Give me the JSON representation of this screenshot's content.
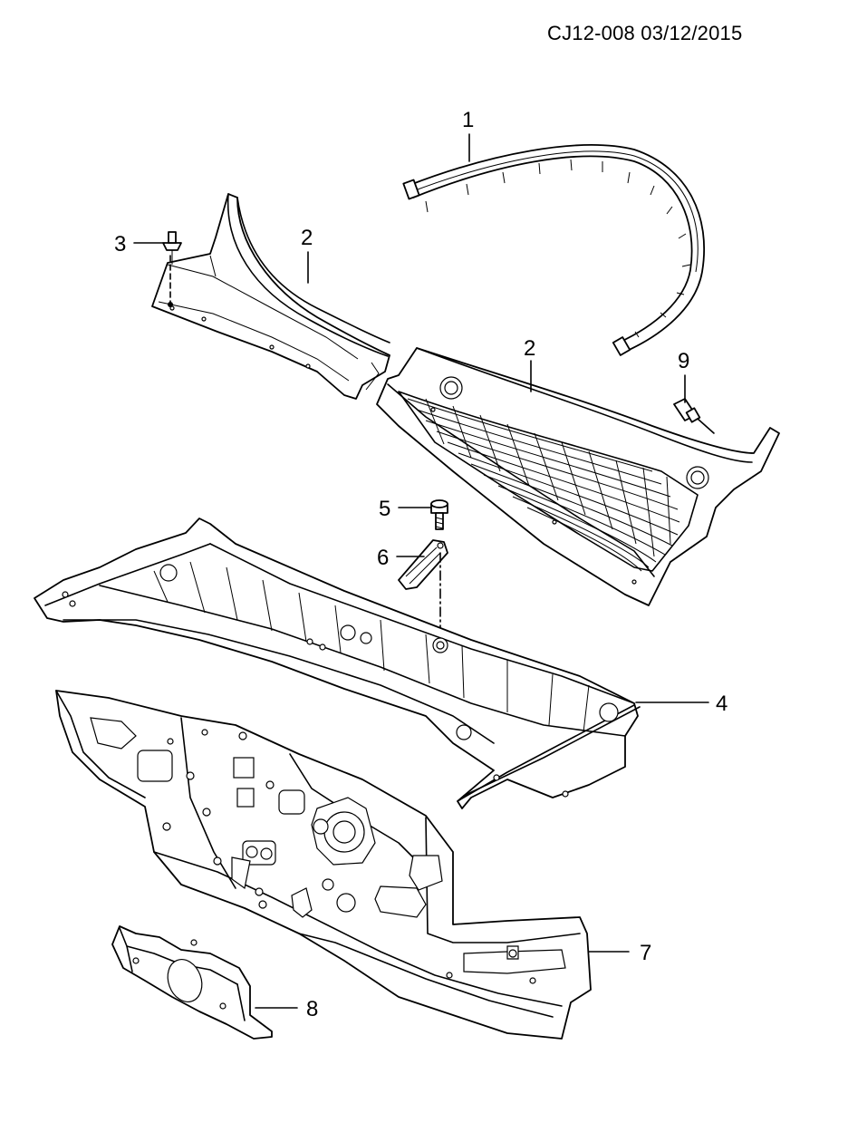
{
  "header": {
    "reference": "CJ12-008  03/12/2015"
  },
  "callouts": [
    {
      "id": "1",
      "label": "1"
    },
    {
      "id": "2a",
      "label": "2"
    },
    {
      "id": "2b",
      "label": "2"
    },
    {
      "id": "3",
      "label": "3"
    },
    {
      "id": "4",
      "label": "4"
    },
    {
      "id": "5",
      "label": "5"
    },
    {
      "id": "6",
      "label": "6"
    },
    {
      "id": "7",
      "label": "7"
    },
    {
      "id": "8",
      "label": "8"
    },
    {
      "id": "9",
      "label": "9"
    }
  ]
}
